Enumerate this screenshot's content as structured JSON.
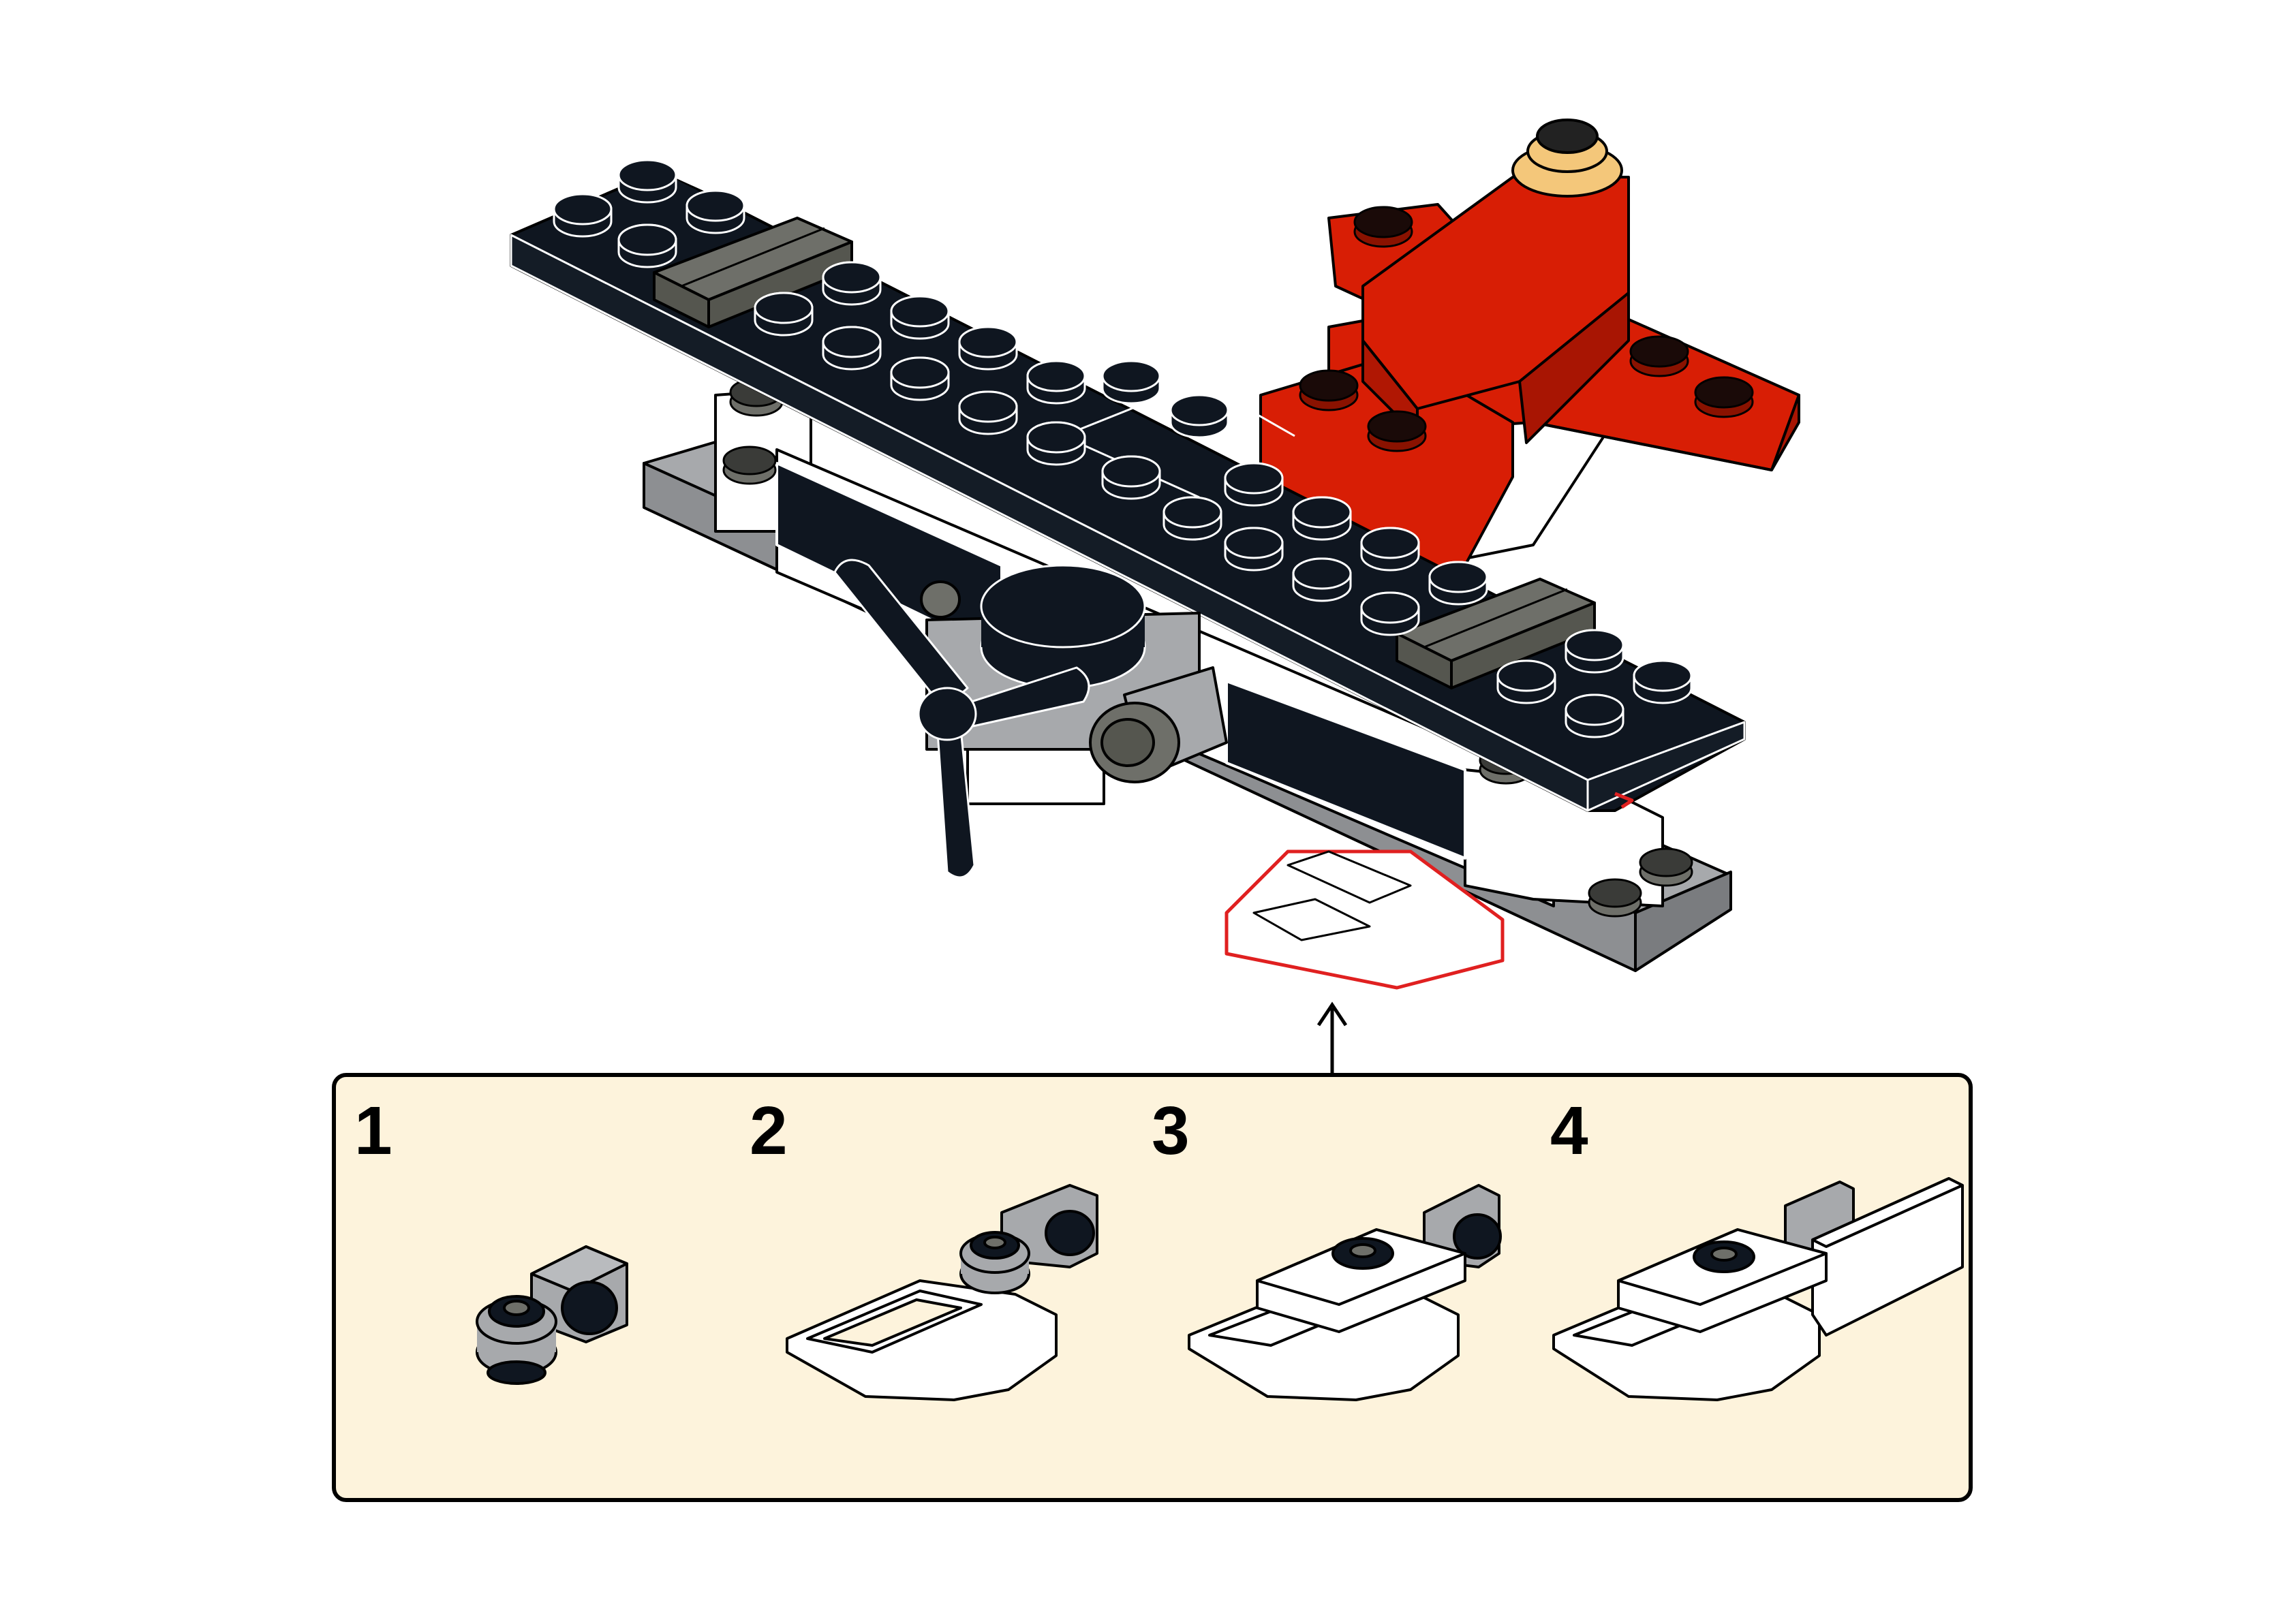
{
  "model": {
    "name": "biplane",
    "colors": {
      "black": "#0f1620",
      "dark_gray": "#6e6f69",
      "light_gray": "#a7a9ac",
      "white": "#ffffff",
      "red": "#d81e05",
      "trans_yellow": "#f4c77a",
      "outline": "#000000",
      "highlight": "#e02020"
    }
  },
  "callout": {
    "background": "#fdf3dc",
    "border": "#000000",
    "steps": [
      {
        "number": "1"
      },
      {
        "number": "2"
      },
      {
        "number": "3"
      },
      {
        "number": "4"
      }
    ]
  }
}
